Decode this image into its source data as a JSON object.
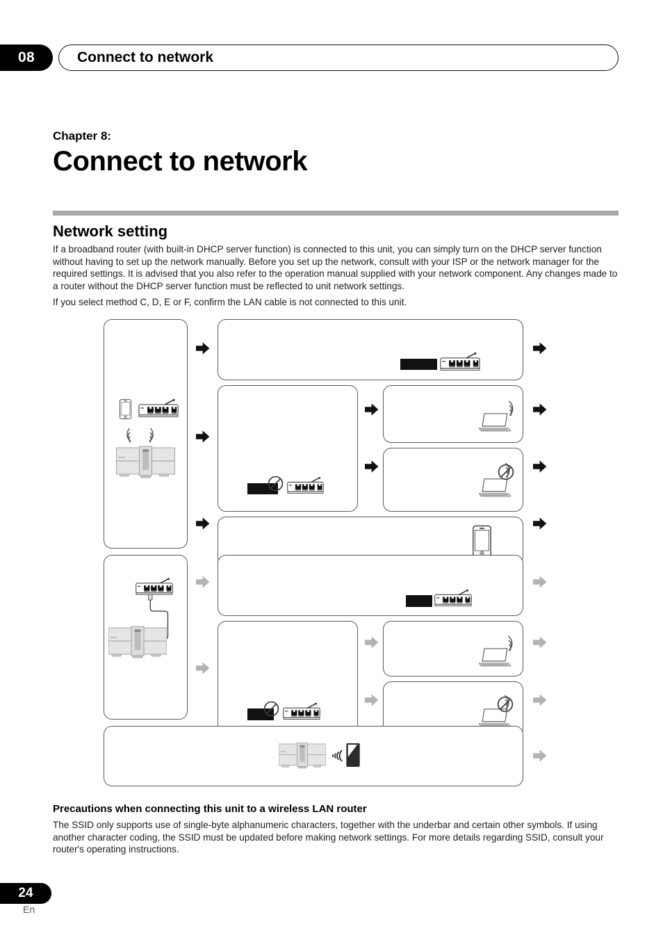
{
  "header": {
    "chapter_number": "08",
    "running_title": "Connect to network"
  },
  "chapter": {
    "label": "Chapter 8:",
    "title": "Connect to network"
  },
  "section": {
    "title": "Network setting",
    "paragraph_1": "If a broadband router (with built-in DHCP server function) is connected to this unit, you can simply turn on the DHCP server function without having to set up the network manually. Before you set up the network, consult with your ISP or the network manager for the required settings. It is advised that you also refer to the operation manual supplied with your network component. Any changes made to a router without the DHCP server function must be reflected to unit network settings.",
    "paragraph_2": "If you select method C, D, E or F, confirm the LAN cable is not connected to this unit."
  },
  "precautions": {
    "title": "Precautions when connecting this unit to a wireless LAN router",
    "body": "The SSID only supports use of single-byte alphanumeric characters, together with the underbar and certain other symbols. If using another character coding, the SSID must be updated before making network settings. For more details regarding SSID, consult your router's operating instructions."
  },
  "footer": {
    "page_number": "24",
    "language": "En"
  },
  "colors": {
    "rule": "#a8a8a8",
    "arrow_dark": "#111111",
    "arrow_light": "#b3b3b3",
    "cell_border": "#5a5a5a",
    "device_body": "#e3e3e3"
  },
  "diagram": {
    "description": "Flow chart of network connection methods",
    "groups": [
      {
        "id": "wireless-group",
        "arrow_style": "dark",
        "source_cell": {
          "icons": [
            "smartphone-icon",
            "wireless-router-icon",
            "wifi-waves-icon",
            "stereo-system-icon"
          ]
        },
        "branches": [
          {
            "id": "branch-a",
            "cells": [
              {
                "icons": [
                  "redacted-bar",
                  "wireless-router-icon"
                ]
              }
            ]
          },
          {
            "id": "branch-b",
            "cells": [
              {
                "icons": [
                  "redacted-bar",
                  "prohibited-icon",
                  "wireless-router-icon"
                ]
              },
              {
                "icons": [
                  "laptop-icon",
                  "wifi-signal-icon"
                ]
              }
            ]
          },
          {
            "id": "branch-c",
            "cells": [
              {
                "icons": [
                  "redacted-bar",
                  "prohibited-icon",
                  "wireless-router-icon"
                ]
              },
              {
                "icons": [
                  "laptop-icon",
                  "wifi-signal-prohibited-icon"
                ]
              }
            ]
          },
          {
            "id": "branch-d",
            "cells": [
              {
                "icons": [
                  "smartphone-icon"
                ]
              }
            ]
          }
        ]
      },
      {
        "id": "wired-group",
        "arrow_style": "light",
        "source_cell": {
          "icons": [
            "wireless-router-icon",
            "lan-cable-icon",
            "stereo-system-icon"
          ]
        },
        "branches": [
          {
            "id": "branch-e",
            "cells": [
              {
                "icons": [
                  "redacted-bar",
                  "wireless-router-icon"
                ]
              }
            ]
          },
          {
            "id": "branch-f",
            "cells": [
              {
                "icons": [
                  "redacted-bar",
                  "prohibited-icon",
                  "wireless-router-icon"
                ]
              },
              {
                "icons": [
                  "laptop-icon",
                  "wifi-signal-icon"
                ]
              }
            ]
          },
          {
            "id": "branch-g",
            "cells": [
              {
                "icons": [
                  "redacted-bar",
                  "prohibited-icon",
                  "wireless-router-icon"
                ]
              },
              {
                "icons": [
                  "laptop-icon",
                  "wifi-signal-prohibited-icon"
                ]
              }
            ]
          }
        ]
      },
      {
        "id": "nfc-group",
        "arrow_style": "light",
        "cells": [
          {
            "icons": [
              "stereo-system-icon",
              "nfc-waves-icon",
              "nfc-phone-icon"
            ]
          }
        ]
      }
    ]
  }
}
